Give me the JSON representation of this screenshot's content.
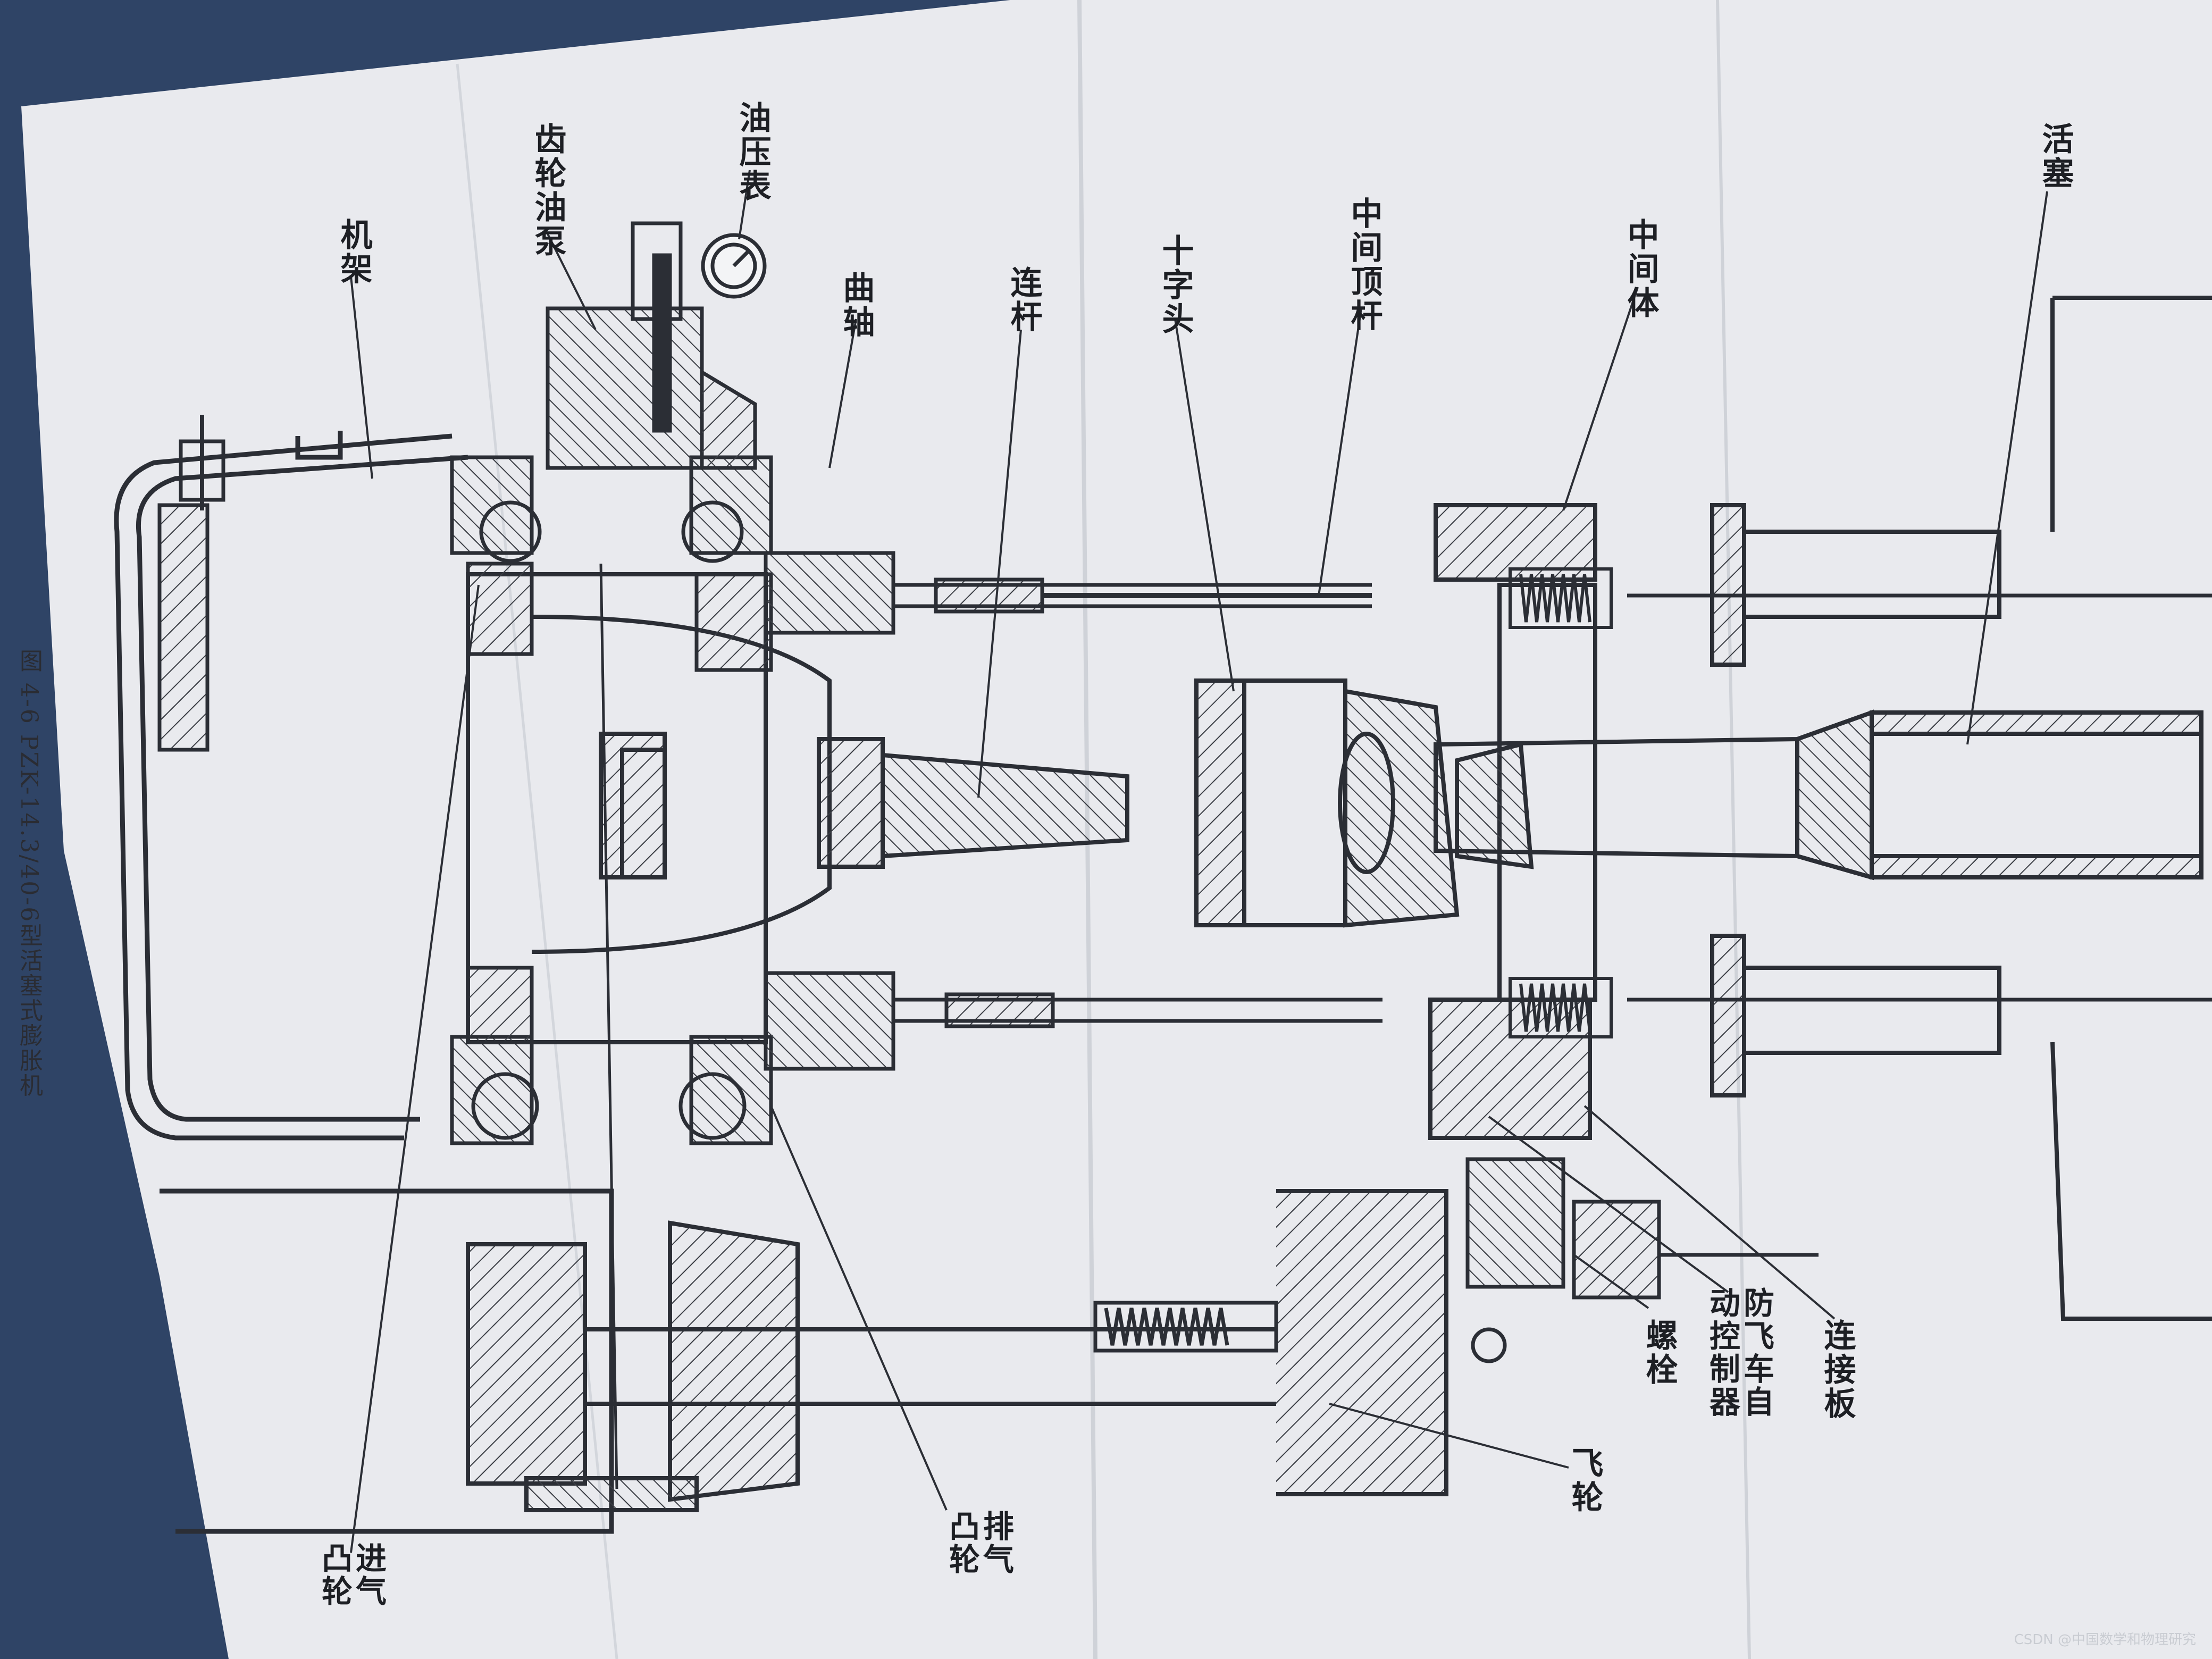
{
  "caption": "图 4-6  PZK-14.3/40-6型活塞式膨胀机",
  "labels": {
    "frame": "机架",
    "gear_pump": "齿轮油泵",
    "oil_gauge": "油压表",
    "crankshaft": "曲轴",
    "conn_rod": "连杆",
    "crosshead": "十字头",
    "mid_rod": "中间顶杆",
    "mid_body": "中间体",
    "piston": "活塞",
    "intake_cam": [
      "进气",
      "凸轮"
    ],
    "exhaust_cam": [
      "排气",
      "凸轮"
    ],
    "flywheel": "飞轮",
    "bolt": "螺栓",
    "anti_fly": [
      "防飞车自",
      "动控制器"
    ],
    "connect_plate": "连接板"
  },
  "watermark": "CSDN @中国数学和物理研究"
}
